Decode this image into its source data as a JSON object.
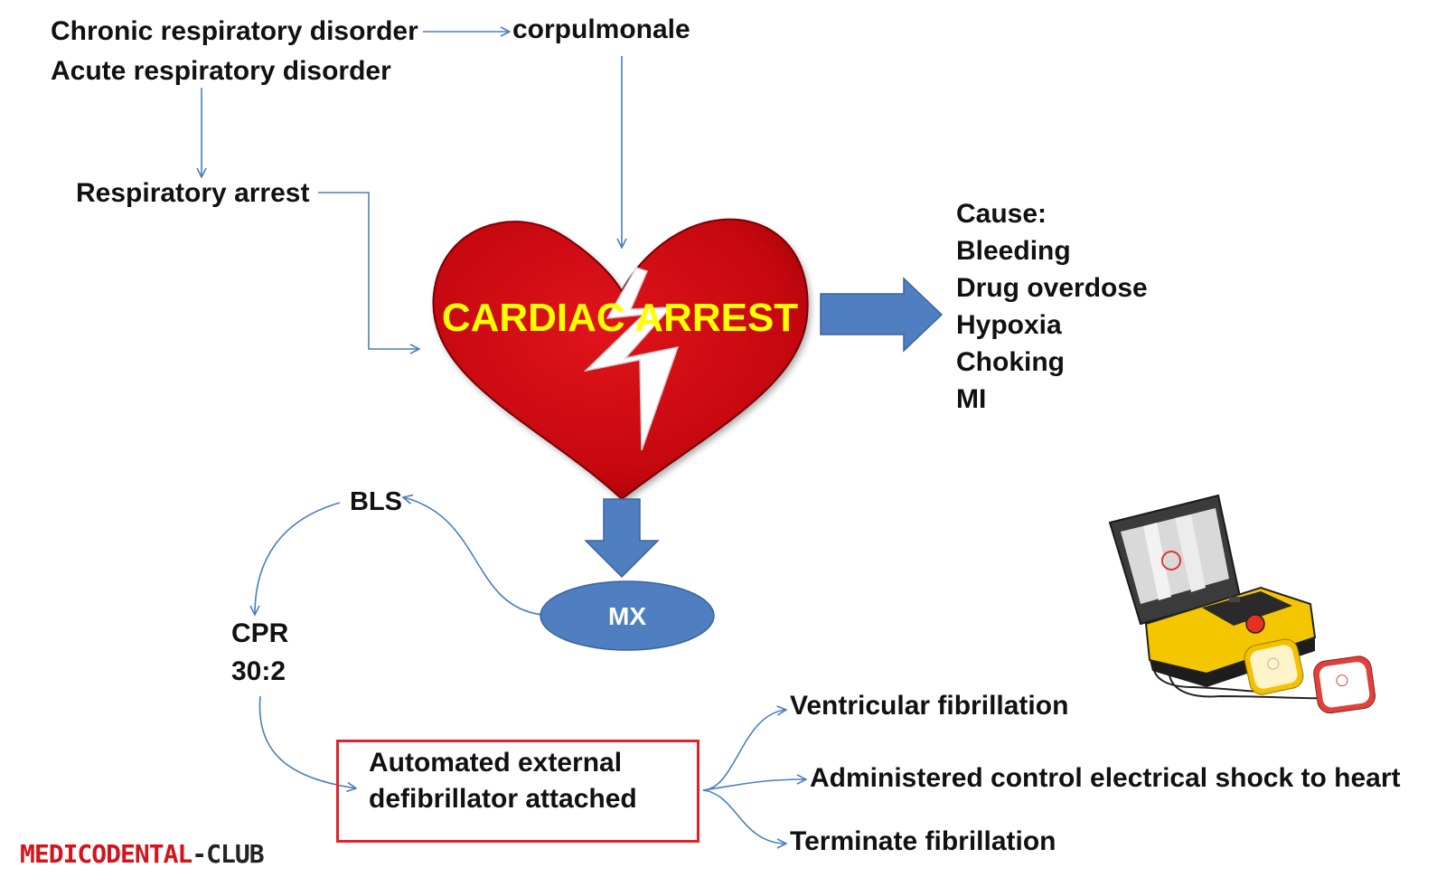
{
  "nodes": {
    "chronic": "Chronic respiratory disorder",
    "acute": "Acute respiratory disorder",
    "corpulmonale": "corpulmonale",
    "resp_arrest": "Respiratory arrest",
    "cardiac_arrest": "CARDIAC ARREST",
    "bls": "BLS",
    "mx": "MX",
    "cpr": "CPR",
    "cpr_ratio": "30:2",
    "aed_line1": "Automated external",
    "aed_line2": "defibrillator attached",
    "vf": "Ventricular fibrillation",
    "shock": "Administered control electrical shock to heart",
    "terminate": "Terminate fibrillation"
  },
  "causes": {
    "heading": "Cause:",
    "items": [
      "Bleeding",
      "Drug overdose",
      "Hypoxia",
      "Choking",
      "MI"
    ]
  },
  "brand": {
    "part1": "MEDICODENTAL",
    "part2": "-CLUB"
  },
  "colors": {
    "heart": "#c8080f",
    "heart_text": "#ffff00",
    "block_arrow": "#4f7fc0",
    "connector": "#4a7ebb",
    "box_border": "#e0232b",
    "brand_red": "#d4141c",
    "brand_dark": "#222222"
  },
  "icons": {
    "aed_device": "aed-device-icon",
    "lightning": "lightning-bolt-icon"
  }
}
